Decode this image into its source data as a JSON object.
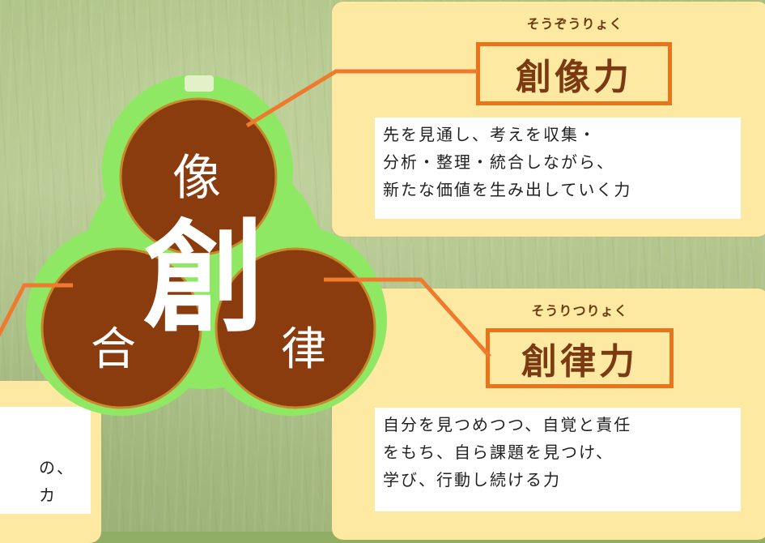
{
  "center_kanji": "創",
  "circles": [
    {
      "id": "top",
      "kanji": "像"
    },
    {
      "id": "left",
      "kanji": "合"
    },
    {
      "id": "right",
      "kanji": "律"
    }
  ],
  "colors": {
    "outer_shape": "#8fe864",
    "circle_fill": "#8a3c0f",
    "circle_border": "#c58a2c",
    "connector": "#ef7a2d",
    "panel_bg": "#fde9a2",
    "title_border": "#e8741c"
  },
  "panels": {
    "imagination": {
      "ruby": "そうぞうりょく",
      "title": "創像力",
      "lines": [
        "先を見通し、考えを収集・",
        "分析・整理・統合しながら、",
        "新たな価値を生み出していく力"
      ]
    },
    "discipline": {
      "ruby": "そうりつりょく",
      "title": "創律力",
      "lines": [
        "自分を見つめつつ、自覚と責任",
        "をもち、自ら課題を見つけ、",
        "学び、行動し続ける力"
      ]
    },
    "harmony_partial": {
      "lines": [
        "の、",
        "カ"
      ]
    }
  }
}
